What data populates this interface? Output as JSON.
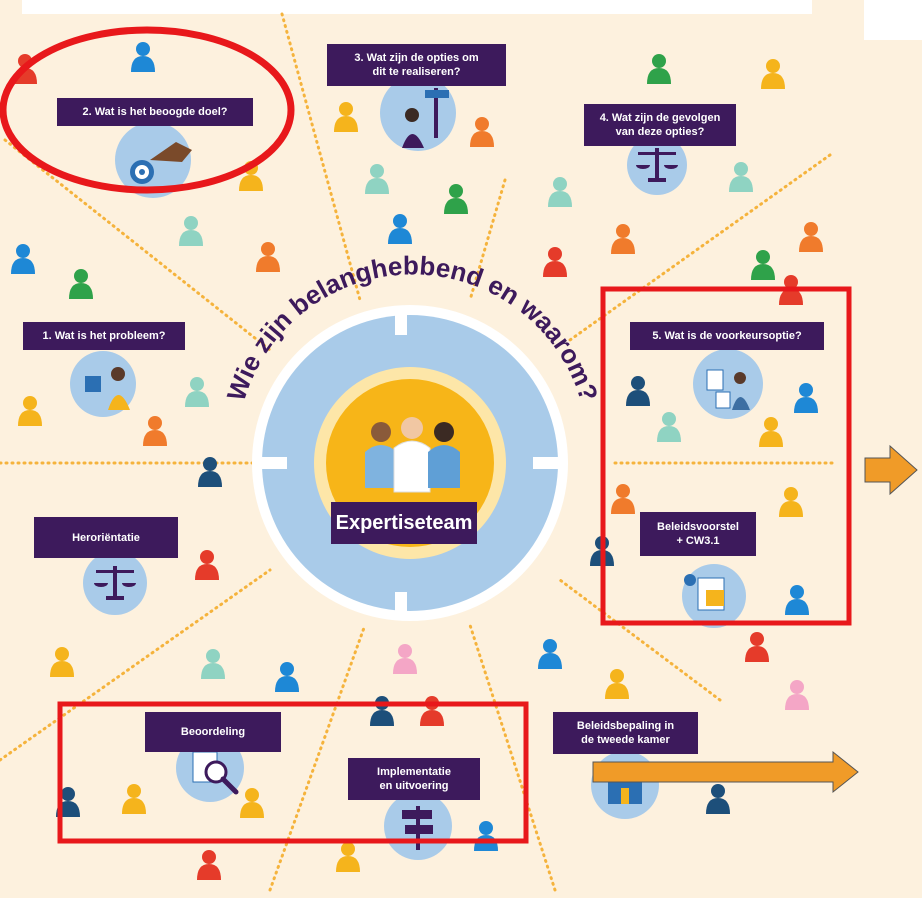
{
  "diagram": {
    "circle_title": "Wie zijn belanghebbend en waarom?",
    "center_label": "Expertiseteam",
    "steps": [
      {
        "id": "probleem",
        "label": "1. Wat is het probleem?"
      },
      {
        "id": "doel",
        "label": "2. Wat is het beoogde doel?"
      },
      {
        "id": "opties",
        "label": "3. Wat zijn de opties om\ndit te realiseren?"
      },
      {
        "id": "gevolgen",
        "label": "4. Wat zijn de gevolgen\nvan deze opties?"
      },
      {
        "id": "voorkeur",
        "label": "5. Wat is de voorkeursoptie?"
      },
      {
        "id": "beleidsvoorstel",
        "label": "Beleidsvoorstel\n+ CW3.1"
      },
      {
        "id": "beleidsbepaling",
        "label": "Beleidsbepaling in\nde tweede kamer"
      },
      {
        "id": "implementatie",
        "label": "Implementatie\nen uitvoering"
      },
      {
        "id": "beoordeling",
        "label": "Beoordeling"
      },
      {
        "id": "herorientatie",
        "label": "Heroriëntatie"
      }
    ]
  },
  "colors": {
    "background": "#fdf1de",
    "label_bg": "#3d1a5c",
    "ring": "#a9cbe9",
    "ring_inner": "#8fbde6",
    "sun": "#f7b518",
    "dots": "#f5b33c",
    "highlight": "#e8181b",
    "arrow": "#f09b28",
    "person_colors": [
      "#e53b2a",
      "#1e88d6",
      "#f5b41c",
      "#2fa24a",
      "#8fd3c2",
      "#f07b2c",
      "#1d4f7a",
      "#f4a6c6"
    ]
  },
  "icons": [
    "target-hand-icon",
    "signpost-person-icon",
    "scales-icon",
    "puzzle-person-icon",
    "documents-person-icon",
    "document-gear-icon",
    "magnifier-icon",
    "parliament-building-icon",
    "signpost-icon",
    "experts-team-icon",
    "person-icon",
    "arrow-right-icon"
  ]
}
